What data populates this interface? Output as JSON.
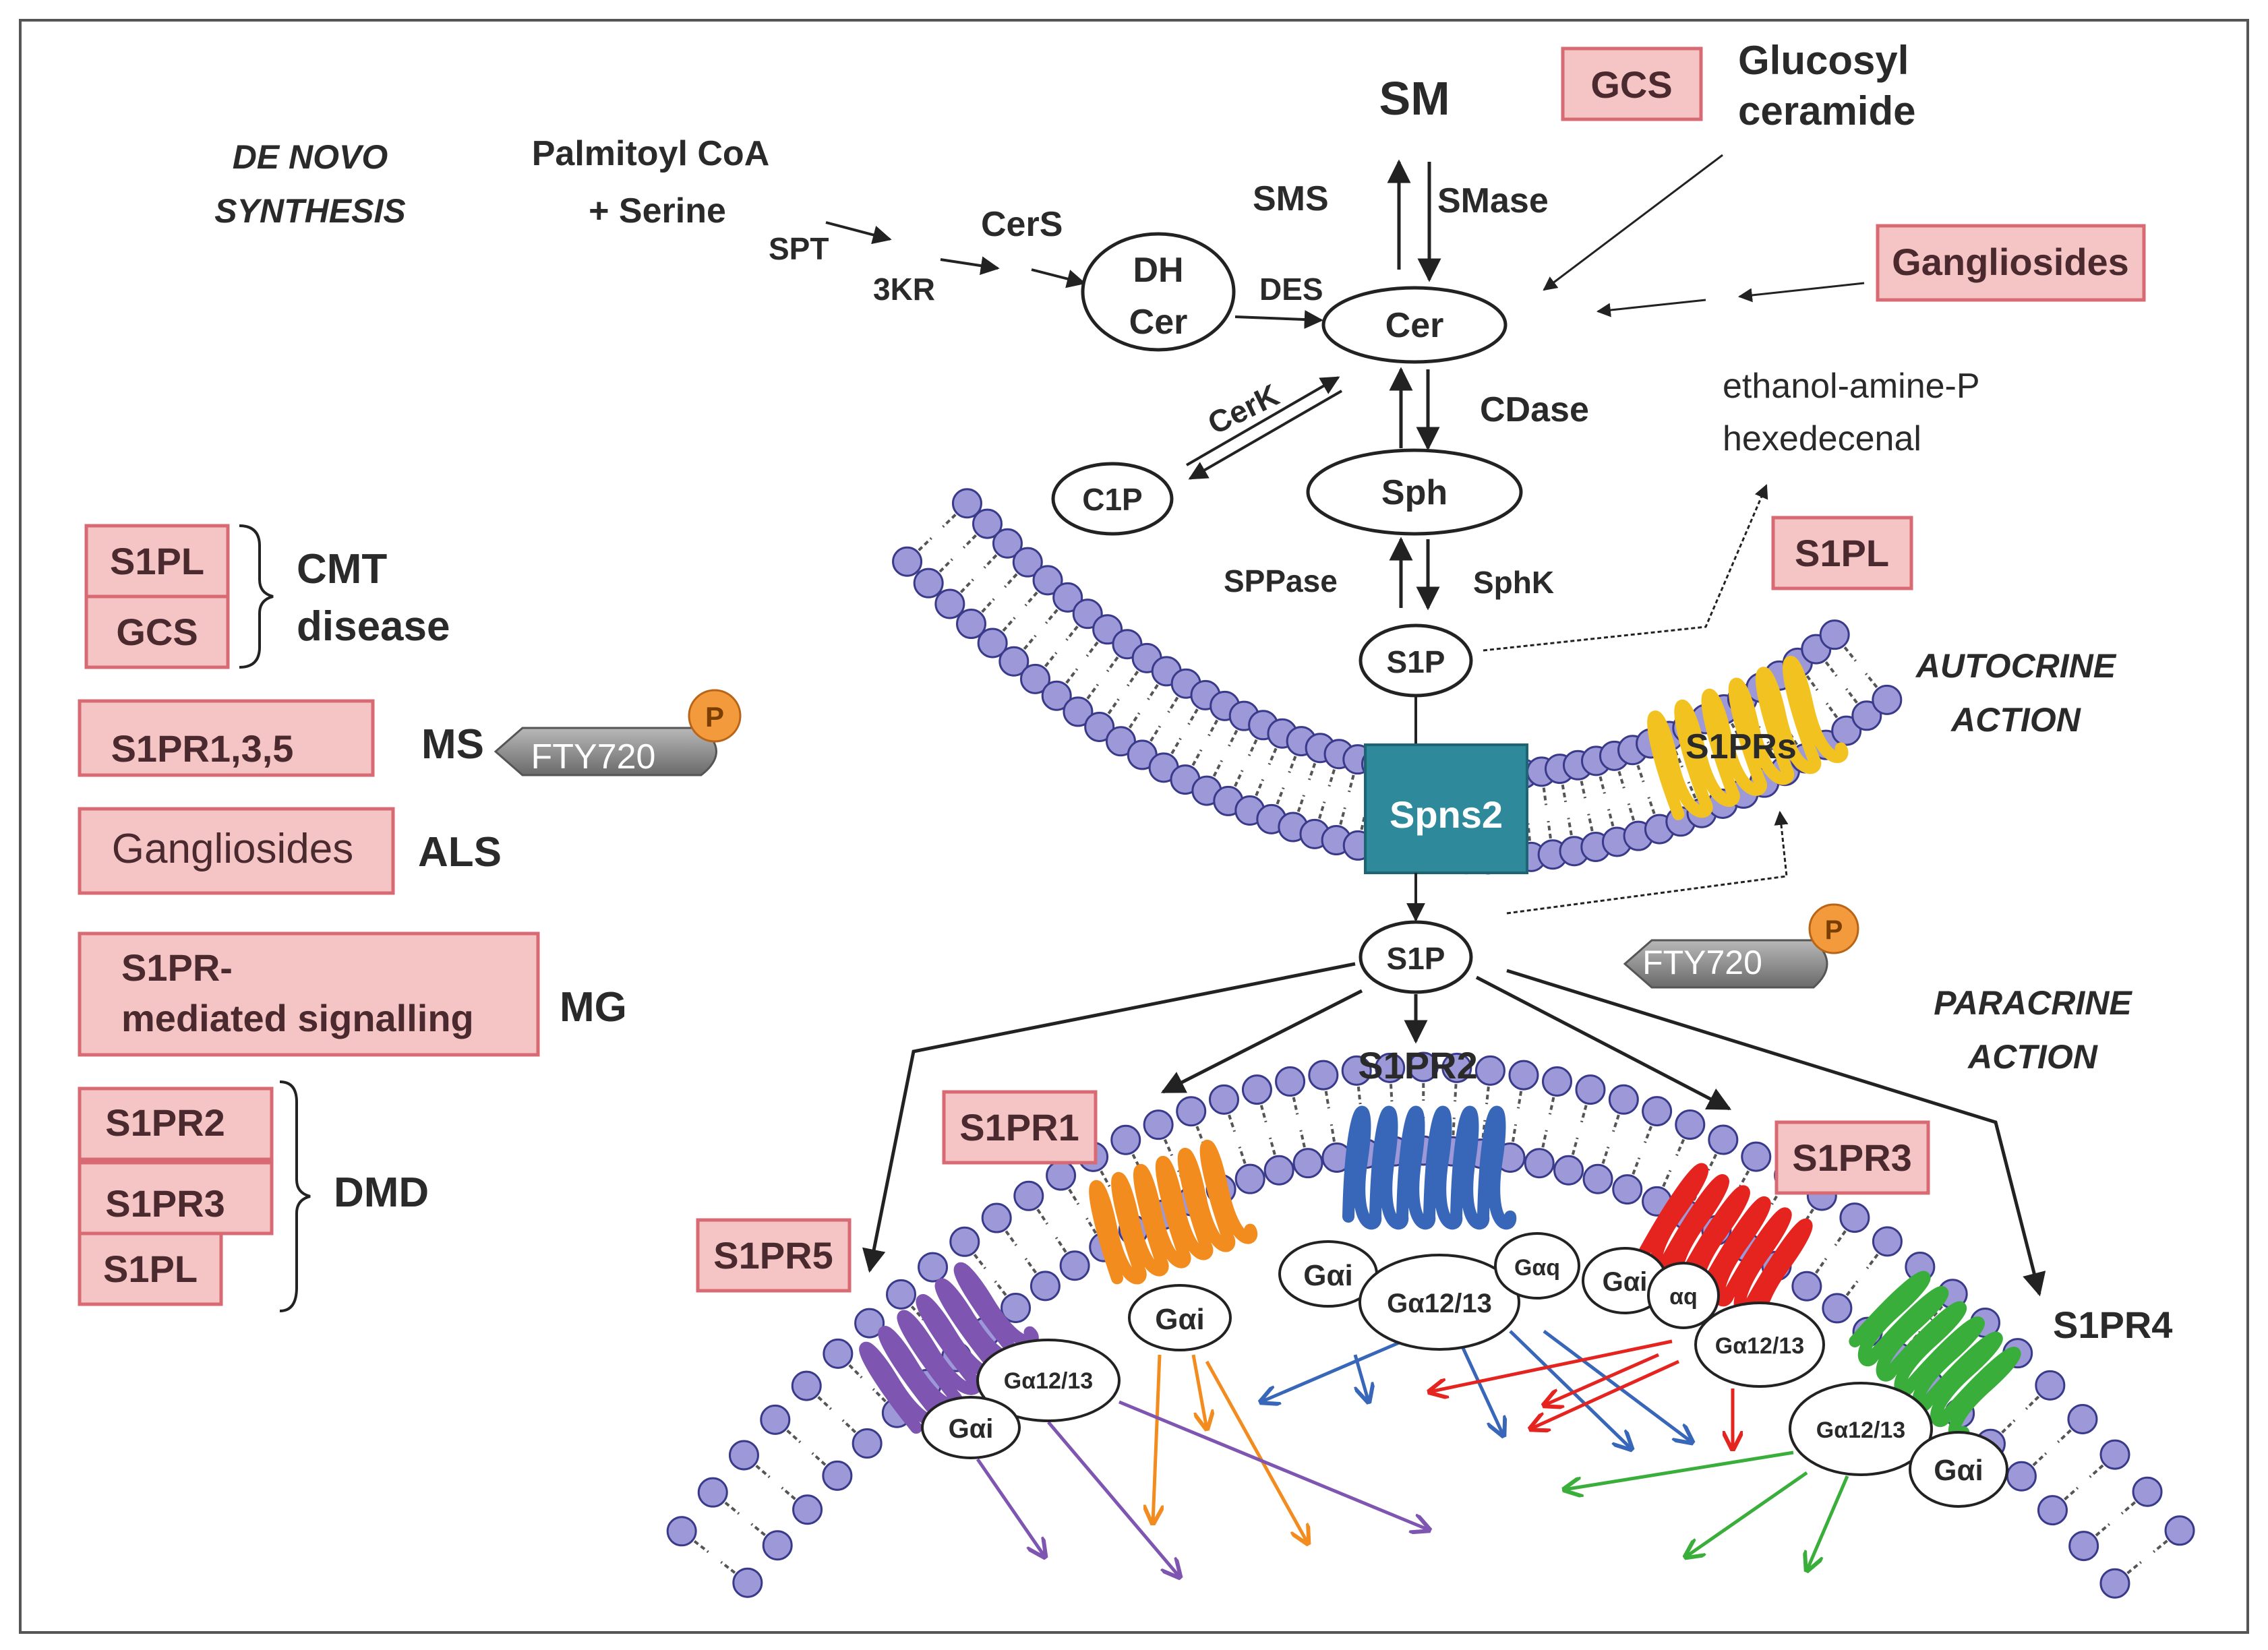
{
  "colors": {
    "pink_fill": "#f5c4c4",
    "pink_stroke": "#d86a73",
    "lipid_head": "#9d99d9",
    "spns2": "#2e8a9a",
    "s1pr_yellow": "#f2c320",
    "s1pr1_orange": "#f28c1f",
    "s1pr2_blue": "#3866b8",
    "s1pr3_red": "#e52420",
    "s1pr4_green": "#3aae3a",
    "s1pr5_purple": "#7e55b0"
  },
  "pathway": {
    "de_novo_1": "DE NOVO",
    "de_novo_2": "SYNTHESIS",
    "palmitoyl_1": "Palmitoyl CoA",
    "palmitoyl_2": "+ Serine",
    "spt": "SPT",
    "kr": "3KR",
    "cers": "CerS",
    "dh_1": "DH",
    "dh_2": "Cer",
    "des": "DES",
    "cer": "Cer",
    "sm": "SM",
    "sms": "SMS",
    "smase": "SMase",
    "gcs": "GCS",
    "glucosyl_1": "Glucosyl",
    "glucosyl_2": "ceramide",
    "gangliosides": "Gangliosides",
    "cerk": "CerK",
    "c1p": "C1P",
    "cdase": "CDase",
    "sph": "Sph",
    "ethanolamine_1": "ethanol-amine-P",
    "ethanolamine_2": "hexedecenal",
    "s1pl": "S1PL",
    "sppase": "SPPase",
    "sphk": "SphK",
    "s1p_top": "S1P",
    "autocrine_1": "AUTOCRINE",
    "autocrine_2": "ACTION",
    "s1prs": "S1PRs",
    "spns2": "Spns2",
    "s1p_bottom": "S1P",
    "paracrine_1": "PARACRINE",
    "paracrine_2": "ACTION",
    "fty720": "FTY720",
    "p": "P"
  },
  "receptors": {
    "s1pr1": "S1PR1",
    "s1pr2": "S1PR2",
    "s1pr3": "S1PR3",
    "s1pr4": "S1PR4",
    "s1pr5": "S1PR5",
    "g_ai": "Gαi",
    "g_a12": "Gα12/13",
    "g_aq": "Gαq",
    "g_aq_short": "αq"
  },
  "diseases": {
    "s1pl": "S1PL",
    "gcs": "GCS",
    "cmt_1": "CMT",
    "cmt_2": "disease",
    "s1pr135": "S1PR1,3,5",
    "ms": "MS",
    "gangliosides": "Gangliosides",
    "als": "ALS",
    "s1pr_med_1": "S1PR-",
    "s1pr_med_2": "mediated signalling",
    "mg": "MG",
    "s1pr2": "S1PR2",
    "s1pr3": "S1PR3",
    "s1pl_2": "S1PL",
    "dmd": "DMD"
  }
}
